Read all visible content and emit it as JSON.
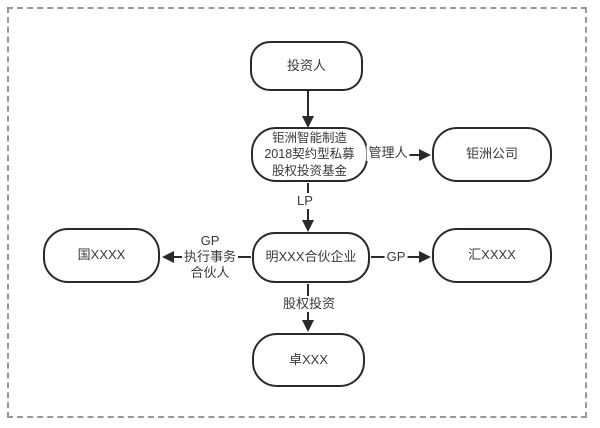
{
  "diagram": {
    "title": "fund-structure-flowchart",
    "nodes": {
      "investor": {
        "label": "投资人"
      },
      "fund": {
        "label": "钜洲智能制造\n2018契约型私募\n股权投资基金"
      },
      "company": {
        "label": "钜洲公司"
      },
      "partnership": {
        "label": "明XXX合伙企业"
      },
      "gp_left": {
        "label": "国XXXX"
      },
      "gp_right": {
        "label": "汇XXXX"
      },
      "target": {
        "label": "卓XXX"
      }
    },
    "edges": {
      "manager": {
        "label": "管理人"
      },
      "lp": {
        "label": "LP"
      },
      "gp_exec": {
        "label": "GP\n执行事务\n合伙人"
      },
      "gp": {
        "label": "GP"
      },
      "equity_investment": {
        "label": "股权投资"
      }
    },
    "colors": {
      "line": "#2a2a2a",
      "node_border": "#2a2a2a",
      "text": "#3a3a3a",
      "frame_dashed": "#999999",
      "background": "#ffffff"
    }
  }
}
